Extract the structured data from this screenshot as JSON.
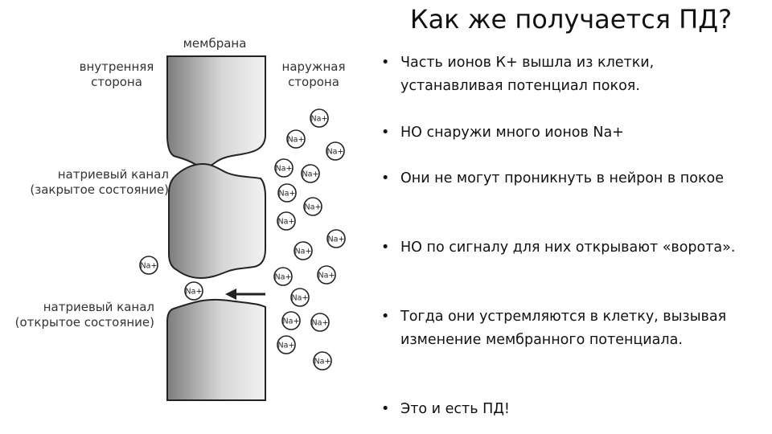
{
  "slide": {
    "title": "Как же получается ПД?",
    "bullets": [
      "Часть ионов К+ вышла из клетки, устанавливая потенциал покоя.",
      "НО снаружи много ионов Na+",
      "Они не могут проникнуть в нейрон в покое",
      "НО по сигналу для них открывают «ворота».",
      "Тогда они устремляются в клетку, вызывая изменение мембранного потенциала.",
      "Это и есть ПД!"
    ],
    "bullet_symbol": "•"
  },
  "diagram": {
    "labels": {
      "membrane": "мембрана",
      "inner_side": "внутренняя сторона",
      "outer_side": "наружная сторона",
      "channel_closed": "натриевый канал (закрытое состояние)",
      "channel_open": "натриевый канал (открытое состояние)"
    },
    "ion_label": "Na+",
    "arrow_direction": "left",
    "colors": {
      "membrane_dark": "#7d7d7d",
      "membrane_light": "#f2f2f2",
      "outline": "#222222"
    }
  }
}
